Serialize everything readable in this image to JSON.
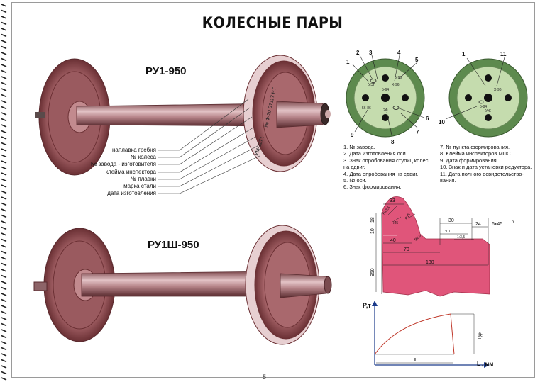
{
  "title": "КОЛЕСНЫЕ ПАРЫ",
  "models": {
    "top": "РУ1-950",
    "bottom": "РУ1Ш-950"
  },
  "axle_labels": [
    "наплавка гребня",
    "№ колеса",
    "№ завода - изготовителя",
    "клейма инспектора",
    "№ плавки",
    "марка стали",
    "дата изготовления"
  ],
  "wheel_marking": "УМ-2271   № Ф-20-37117 НТ",
  "legend_left": [
    "1. № завода.",
    "2. Дата изготовления оси.",
    "3. Знак опробования ступиц колес",
    "    на сдвиг.",
    "4. Дата опробования на сдвиг.",
    "5. № оси.",
    "6. Знак формирования."
  ],
  "legend_right": [
    "7.  № пункта формирования.",
    "8.  Клейма инспекторов МПС.",
    "9.  Дата формирования.",
    "10. Знак и дата установки редуктора.",
    "11. Дата полного освидетельство-",
    "     вания."
  ],
  "disc1_callouts": [
    "1",
    "2",
    "3",
    "4",
    "5",
    "6",
    "7",
    "8",
    "9"
  ],
  "disc2_callouts": [
    "1",
    "11",
    "10"
  ],
  "disc1_stamps": [
    "УЭП",
    "5-64",
    "Х-96",
    "5-96",
    "2Ф",
    "56-86"
  ],
  "disc2_stamps": [
    "Х-96",
    "5-84",
    "УЖ"
  ],
  "profile_dims": {
    "d33": "33",
    "d30": "30",
    "d24": "24",
    "d6x45": "6х45",
    "dmin": "о",
    "d40": "40",
    "d70": "70",
    "d130": "130",
    "d950": "950",
    "d10": "10",
    "d18": "18",
    "r135": "R13,5",
    "r45": "R45",
    "r15": "R15",
    "slope1": "1:10",
    "slope2": "1:3,5",
    "rad_pre": "R2,5"
  },
  "graph": {
    "ylabel": "P,т",
    "xlabel": "L , мм",
    "x_mark": "L",
    "y_mark": "Рдк"
  },
  "page_number": "5",
  "colors": {
    "wheel": "#a25a5e",
    "wheel_dark": "#6b3034",
    "axle": "#b57a7f",
    "disc_green": "#5d8a4e",
    "disc_light": "#c5dcae",
    "profile": "#e0557a"
  }
}
